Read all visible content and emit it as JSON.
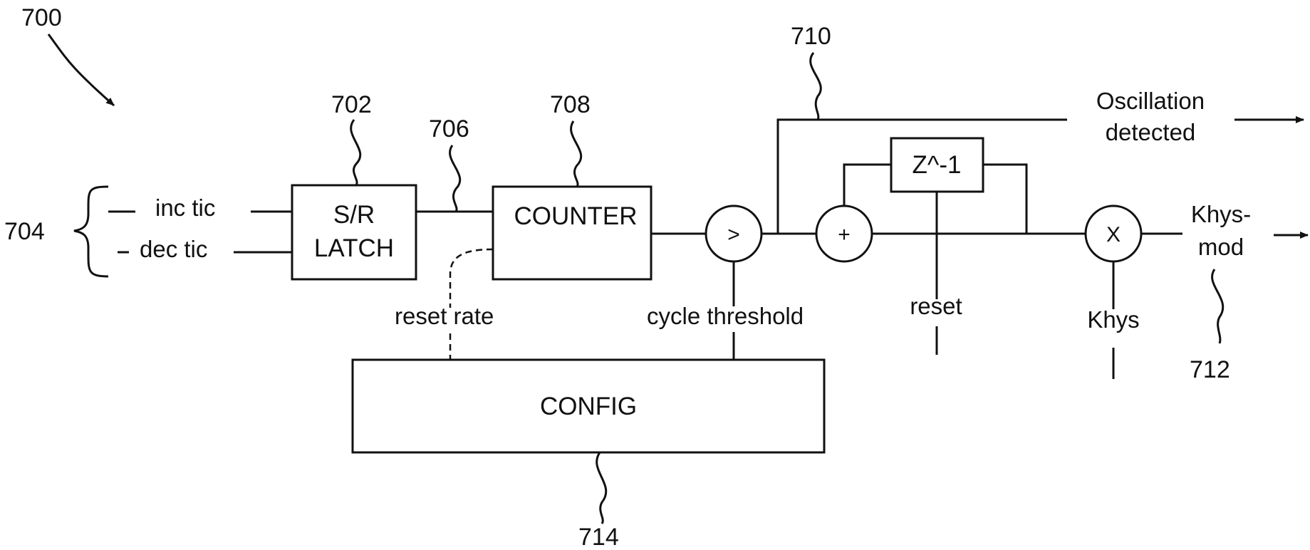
{
  "refs": {
    "r700": "700",
    "r702": "702",
    "r704": "704",
    "r706": "706",
    "r708": "708",
    "r710": "710",
    "r712": "712",
    "r714": "714"
  },
  "blocks": {
    "latch_line1": "S/R",
    "latch_line2": "LATCH",
    "counter": "COUNTER",
    "config": "CONFIG",
    "delay": "Z^-1"
  },
  "operators": {
    "compare": ">",
    "add": "+",
    "multiply": "X"
  },
  "labels": {
    "inc_tic": "inc tic",
    "dec_tic": "dec tic",
    "reset_rate": "reset rate",
    "cycle_threshold": "cycle threshold",
    "reset": "reset",
    "khys": "Khys",
    "osc_line1": "Oscillation",
    "osc_line2": "detected",
    "khysmod_line1": "Khys-",
    "khysmod_line2": "mod"
  }
}
